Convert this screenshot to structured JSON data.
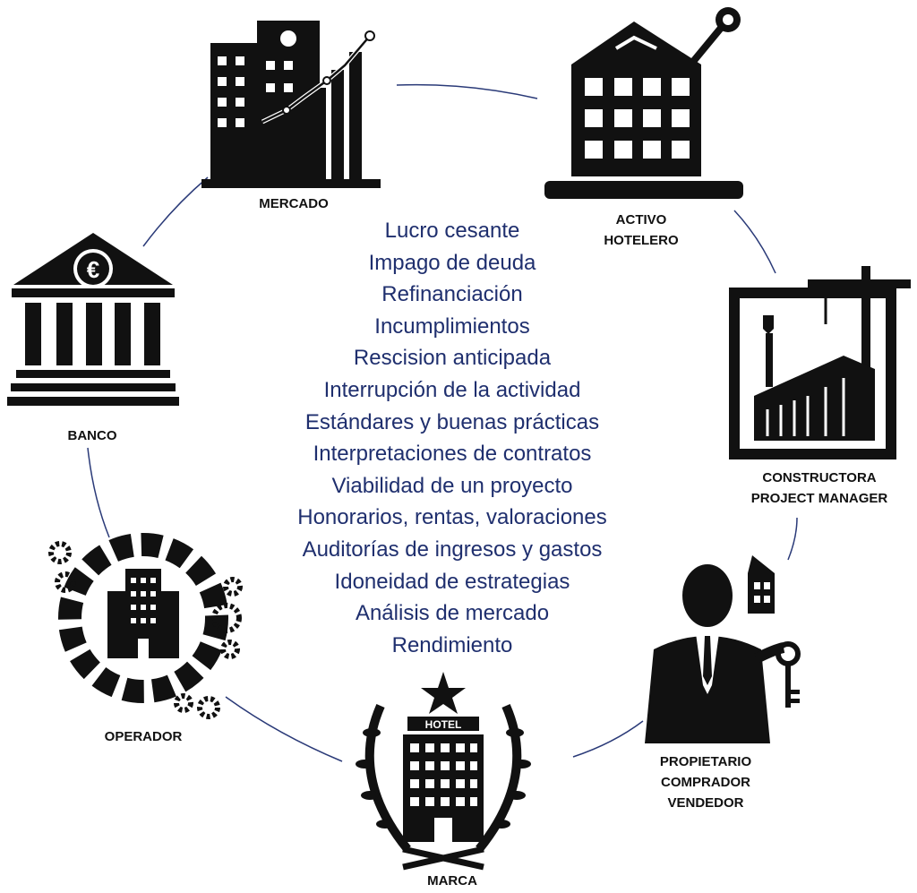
{
  "nodes": {
    "mercado": "MERCADO",
    "activo": [
      "ACTIVO",
      "HOTELERO"
    ],
    "constructora": [
      "CONSTRUCTORA",
      "PROJECT MANAGER"
    ],
    "propietario": [
      "PROPIETARIO",
      "COMPRADOR",
      "VENDEDOR"
    ],
    "marca": "MARCA",
    "marca_sign": "HOTEL",
    "operador": "OPERADOR",
    "banco": "BANCO",
    "banco_symbol": "€"
  },
  "risks": [
    "Lucro cesante",
    "Impago de deuda",
    "Refinanciación",
    "Incumplimientos",
    "Rescision anticipada",
    "Interrupción de la actividad",
    "Estándares y buenas prácticas",
    "Interpretaciones de contratos",
    "Viabilidad de un proyecto",
    "Honorarios, rentas, valoraciones",
    "Auditorías de ingresos y gastos",
    "Idoneidad de estrategias",
    "Análisis de mercado",
    "Rendimiento"
  ],
  "colors": {
    "text": "#1f2f6e",
    "line": "#2a3a78",
    "icon": "#111111"
  }
}
